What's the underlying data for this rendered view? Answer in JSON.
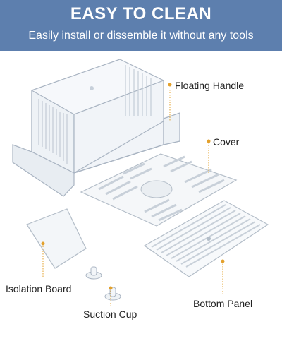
{
  "banner": {
    "title": "EASY TO CLEAN",
    "subtitle": "Easily install or dissemble it without any tools"
  },
  "labels": {
    "floating_handle": "Floating Handle",
    "cover": "Cover",
    "isolation_board": "Isolation Board",
    "bottom_panel": "Bottom Panel",
    "suction_cup": "Suction Cup"
  },
  "colors": {
    "banner_bg": "#5d7fae",
    "leader_dot": "#e3a02b",
    "leader_line": "#e3a02b",
    "plastic_edge": "#a9b4c2"
  }
}
